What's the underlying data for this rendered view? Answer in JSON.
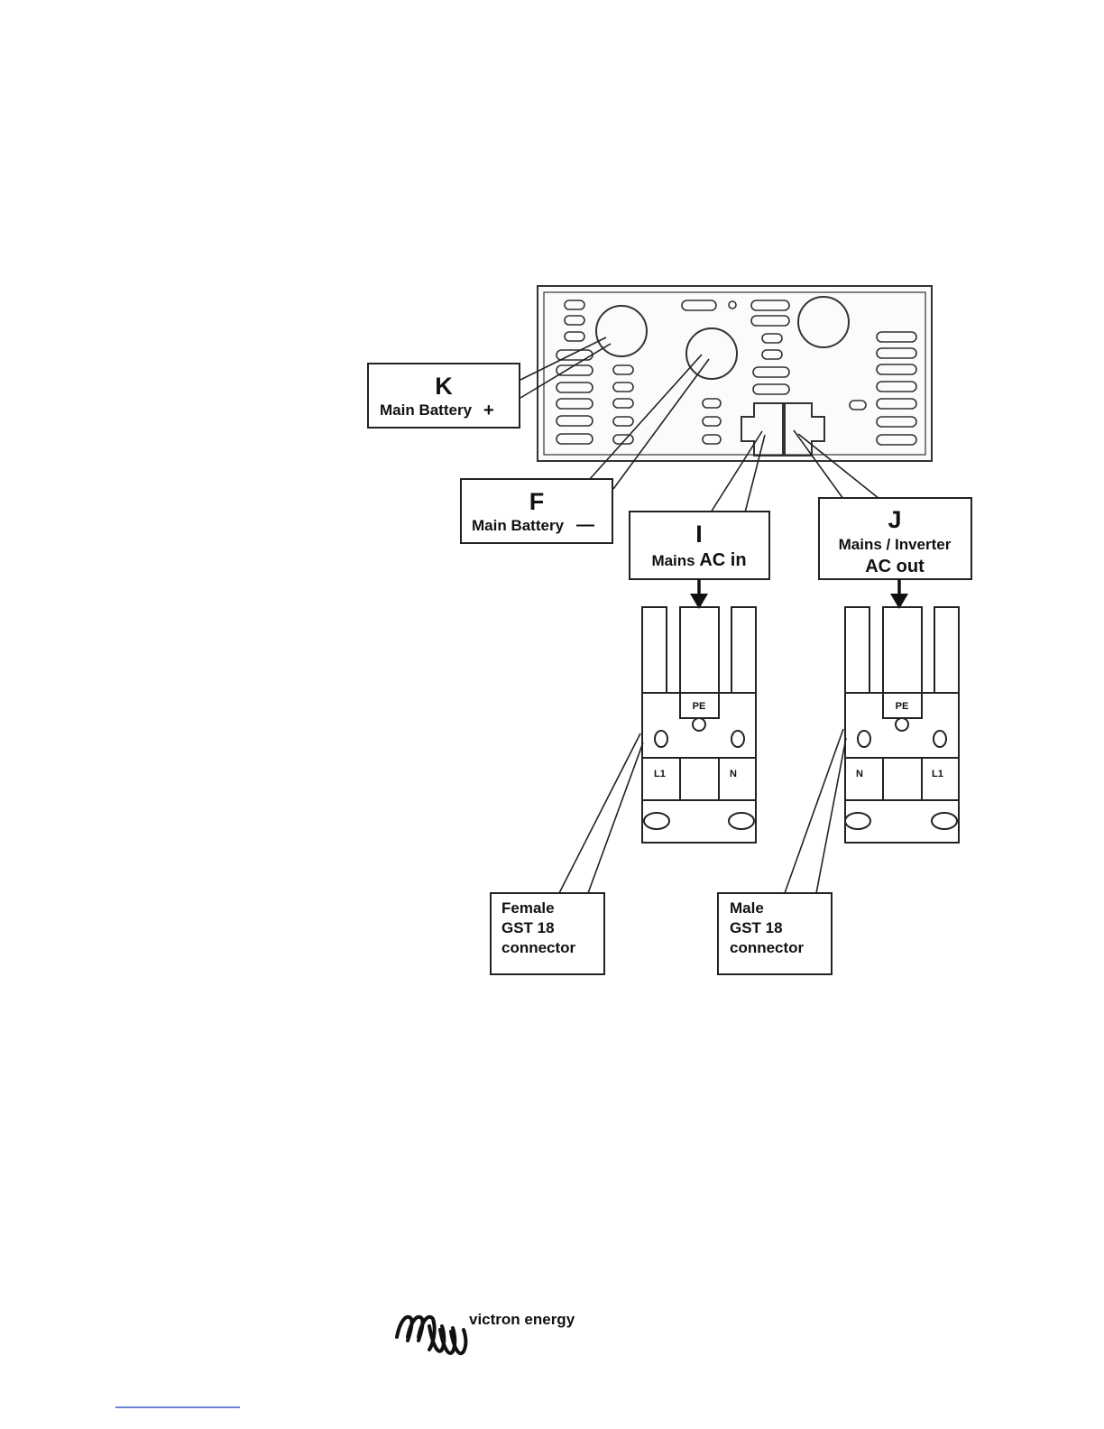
{
  "labels": {
    "k": {
      "letter": "K",
      "text": "Main Battery",
      "symbol": "+"
    },
    "f": {
      "letter": "F",
      "text": "Main Battery",
      "symbol": "—"
    },
    "i": {
      "letter": "I",
      "text1": "Mains ",
      "text2": "AC in"
    },
    "j": {
      "letter": "J",
      "line1": "Mains / Inverter",
      "line2": "AC out"
    }
  },
  "connectors": {
    "female": {
      "terminals": [
        "PE",
        "L1",
        "N"
      ],
      "caption": [
        "Female",
        "GST 18",
        "connector"
      ]
    },
    "male": {
      "terminals": [
        "PE",
        "N",
        "L1"
      ],
      "caption": [
        "Male",
        "GST 18",
        "connector"
      ]
    }
  },
  "footer": {
    "brand": "victron energy",
    "logo": "victron-logo-icon"
  }
}
